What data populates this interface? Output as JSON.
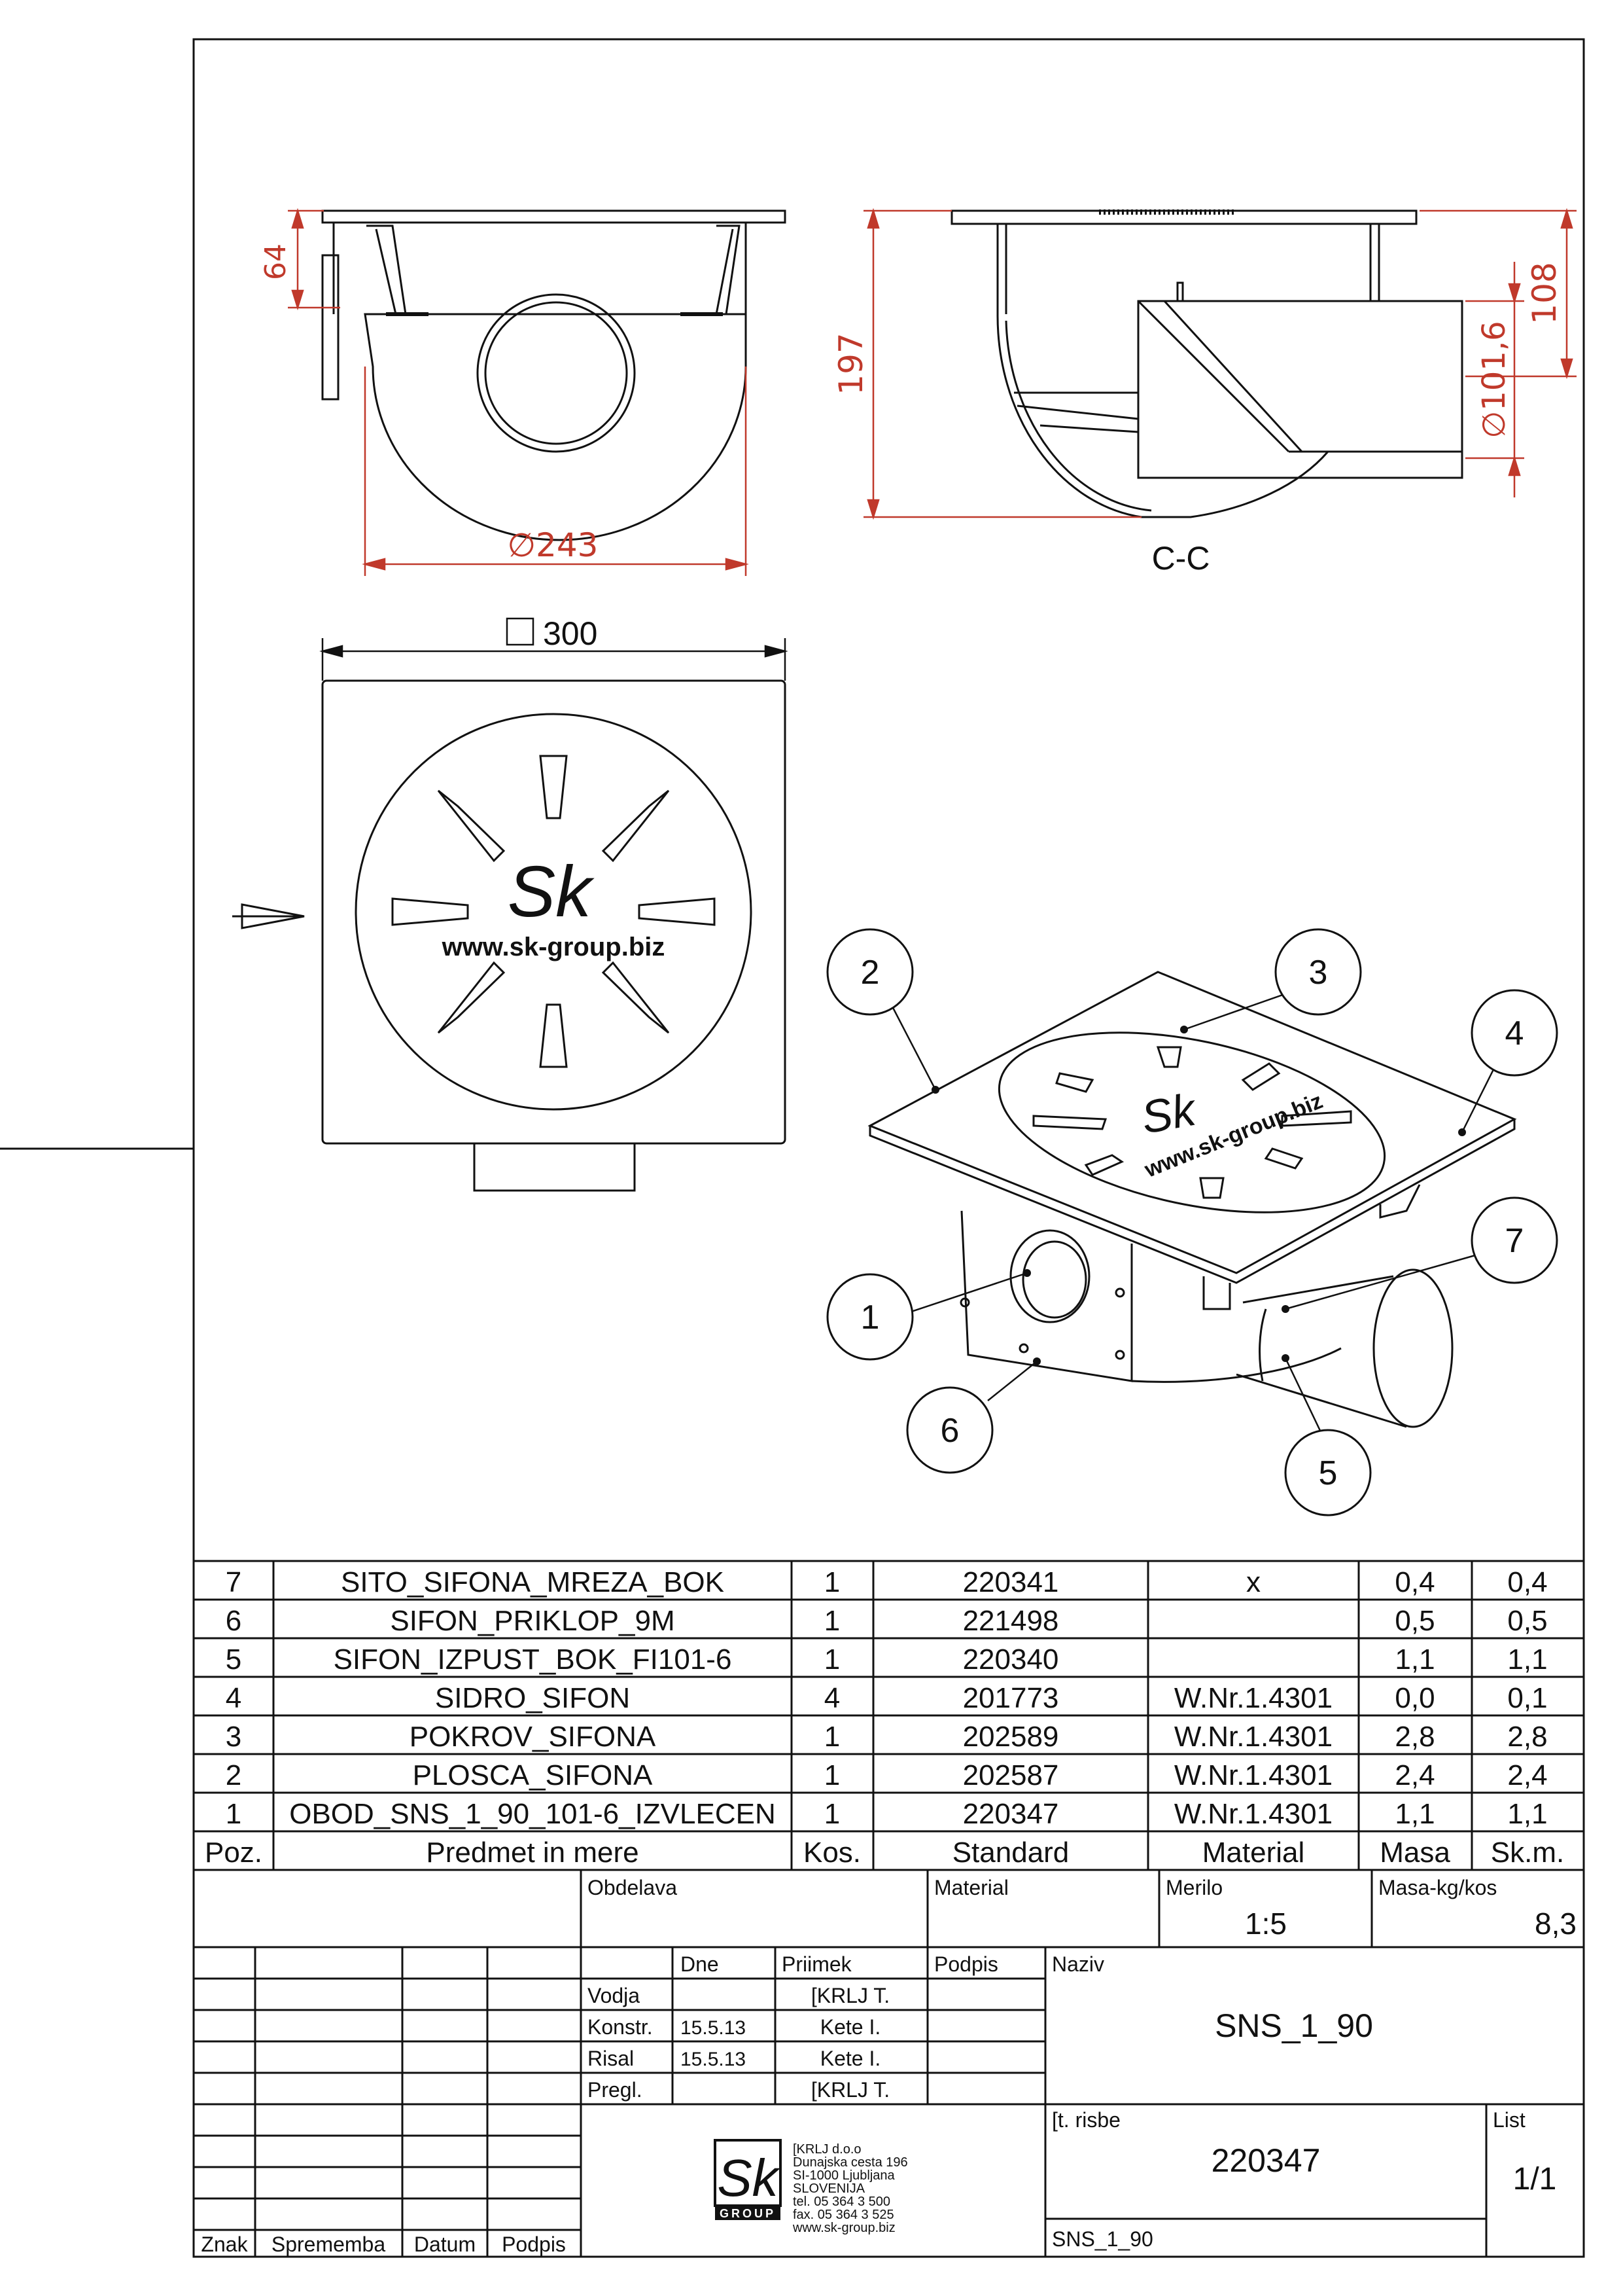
{
  "drawing": {
    "dimensions": {
      "height_64": "64",
      "diameter_243": "∅243",
      "height_197": "197",
      "height_108": "108",
      "diameter_101_6": "∅101,6",
      "square_300": "300"
    },
    "section_label": "C-C",
    "logo_text": "Sk",
    "website": "www.sk-group.biz",
    "callouts": [
      "1",
      "2",
      "3",
      "4",
      "5",
      "6",
      "7"
    ]
  },
  "bom": {
    "rows": [
      {
        "poz": "7",
        "predmet": "SITO_SIFONA_MREZA_BOK",
        "kos": "1",
        "standard": "220341",
        "material": "x",
        "masa": "0,4",
        "skm": "0,4"
      },
      {
        "poz": "6",
        "predmet": "SIFON_PRIKLOP_9M",
        "kos": "1",
        "standard": "221498",
        "material": "",
        "masa": "0,5",
        "skm": "0,5"
      },
      {
        "poz": "5",
        "predmet": "SIFON_IZPUST_BOK_FI101-6",
        "kos": "1",
        "standard": "220340",
        "material": "",
        "masa": "1,1",
        "skm": "1,1"
      },
      {
        "poz": "4",
        "predmet": "SIDRO_SIFON",
        "kos": "4",
        "standard": "201773",
        "material": "W.Nr.1.4301",
        "masa": "0,0",
        "skm": "0,1"
      },
      {
        "poz": "3",
        "predmet": "POKROV_SIFONA",
        "kos": "1",
        "standard": "202589",
        "material": "W.Nr.1.4301",
        "masa": "2,8",
        "skm": "2,8"
      },
      {
        "poz": "2",
        "predmet": "PLOSCA_SIFONA",
        "kos": "1",
        "standard": "202587",
        "material": "W.Nr.1.4301",
        "masa": "2,4",
        "skm": "2,4"
      },
      {
        "poz": "1",
        "predmet": "OBOD_SNS_1_90_101-6_IZVLECEN",
        "kos": "1",
        "standard": "220347",
        "material": "W.Nr.1.4301",
        "masa": "1,1",
        "skm": "1,1"
      }
    ],
    "header": {
      "poz": "Poz.",
      "predmet": "Predmet in mere",
      "kos": "Kos.",
      "standard": "Standard",
      "material": "Material",
      "masa": "Masa",
      "skm": "Sk.m."
    }
  },
  "title_block": {
    "obdelava_label": "Obdelava",
    "material_label": "Material",
    "merilo_label": "Merilo",
    "merilo_value": "1:5",
    "masa_label": "Masa-kg/kos",
    "masa_value": "8,3",
    "dne_label": "Dne",
    "priimek_label": "Priimek",
    "podpis_label": "Podpis",
    "naziv_label": "Naziv",
    "naziv_value": "SNS_1_90",
    "roles": [
      {
        "role": "Vodja",
        "date": "",
        "name": "[KRLJ T."
      },
      {
        "role": "Konstr.",
        "date": "15.5.13",
        "name": "Kete I."
      },
      {
        "role": "Risal",
        "date": "15.5.13",
        "name": "Kete I."
      },
      {
        "role": "Pregl.",
        "date": "",
        "name": "[KRLJ T."
      }
    ],
    "revision_headers": {
      "znak": "Znak",
      "sprememba": "Sprememba",
      "datum": "Datum",
      "podpis": "Podpis"
    },
    "company_lines": [
      "[KRLJ d.o.o",
      "Dunajska cesta 196",
      "SI-1000 Ljubljana",
      "SLOVENIJA",
      "tel. 05 364 3 500",
      "fax. 05 364 3 525",
      "www.sk-group.biz"
    ],
    "company_logo_text": "Sk",
    "company_logo_sub": "GROUP",
    "st_risbe_label": "[t. risbe",
    "st_risbe_value": "220347",
    "list_label": "List",
    "list_value": "1/1",
    "footer_name": "SNS_1_90"
  }
}
